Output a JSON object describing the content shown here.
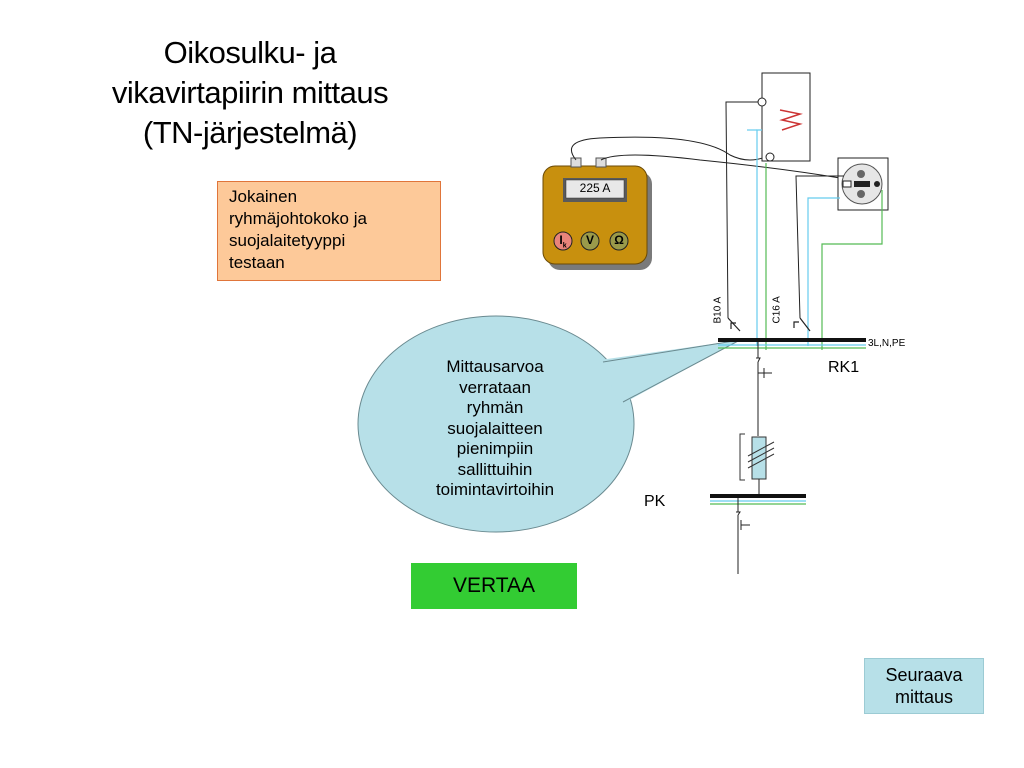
{
  "title": {
    "lines": [
      "Oikosulku- ja",
      "vikavirtapiirin mittaus",
      "(TN-järjestelmä)"
    ]
  },
  "note": {
    "lines": [
      "Jokainen",
      "ryhmäjohtokoko ja",
      "suojalaitetyyppi",
      "testaan"
    ]
  },
  "callout": {
    "lines": [
      "Mittausarvoa",
      "verrataan",
      "ryhmän",
      "suojalaitteen",
      "pienimpiin",
      "sallittuihin",
      "toimintavirtoihin"
    ]
  },
  "meter": {
    "display": "225 A",
    "buttons": [
      {
        "label": "I",
        "sub": "k"
      },
      {
        "label": "V",
        "sub": ""
      },
      {
        "label": "Ω",
        "sub": ""
      }
    ]
  },
  "diagram": {
    "breaker_1": "B10 A",
    "breaker_2": "C16 A",
    "bus_label": "3L,N,PE",
    "rk1_label": "RK1",
    "pk_label": "PK"
  },
  "buttons": {
    "vertaa": "VERTAA",
    "next_lines": [
      "Seuraava",
      "mittaus"
    ]
  },
  "colors": {
    "note_bg": "#fdc999",
    "callout_bg": "#b7e0e8",
    "vertaa_bg": "#33cc33",
    "meter_body": "#c8900e",
    "neutral_wire": "#66ccee",
    "pe_wire": "#55bb55"
  }
}
